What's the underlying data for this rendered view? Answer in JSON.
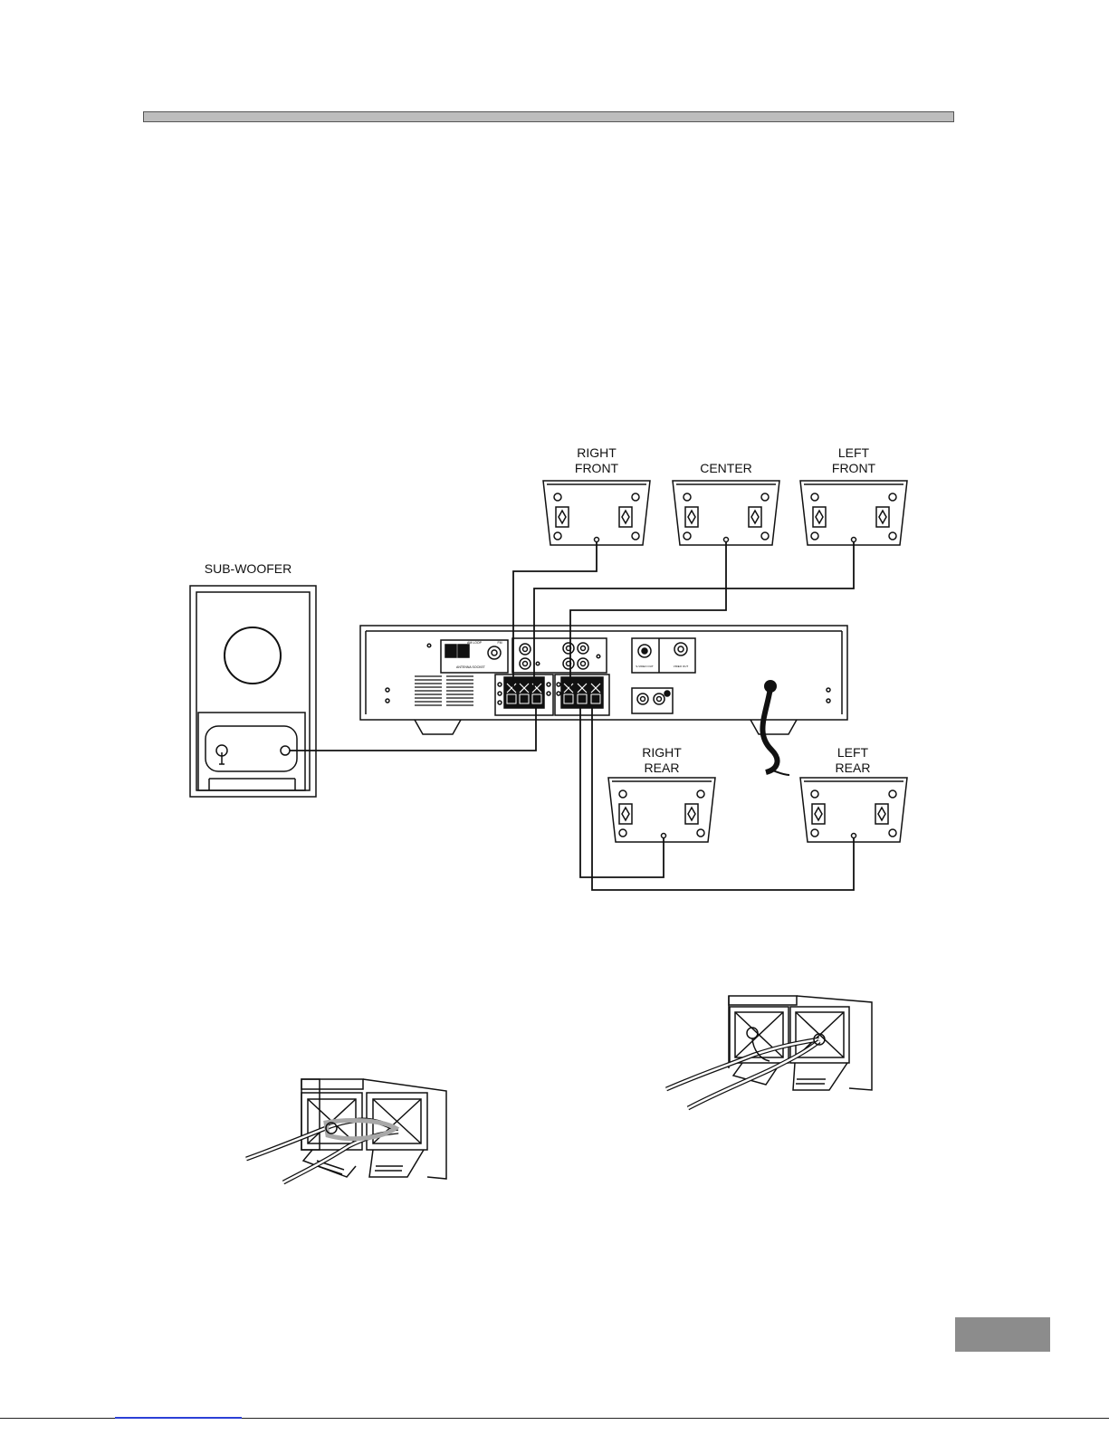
{
  "speakers": {
    "right_front": [
      "RIGHT",
      "FRONT"
    ],
    "center": [
      "CENTER"
    ],
    "left_front": [
      "LEFT",
      "FRONT"
    ],
    "right_rear": [
      "RIGHT",
      "REAR"
    ],
    "left_rear": [
      "LEFT",
      "REAR"
    ],
    "subwoofer": "SUB-WOOFER"
  },
  "receiver": {
    "panel_labels": {
      "antenna": "ANTENNA SOCKET",
      "am_loop": "AM LOOP",
      "fm": "FM",
      "video_out": "VIDEO OUT",
      "svideo": "S-VIDEO OUT"
    }
  },
  "colors": {
    "line": "#111111",
    "header_bar": "#bdbdbd",
    "page_tab": "#8c8c8c",
    "twist_highlight": "#a8a8a8",
    "footer_link": "#2b3fd6"
  }
}
